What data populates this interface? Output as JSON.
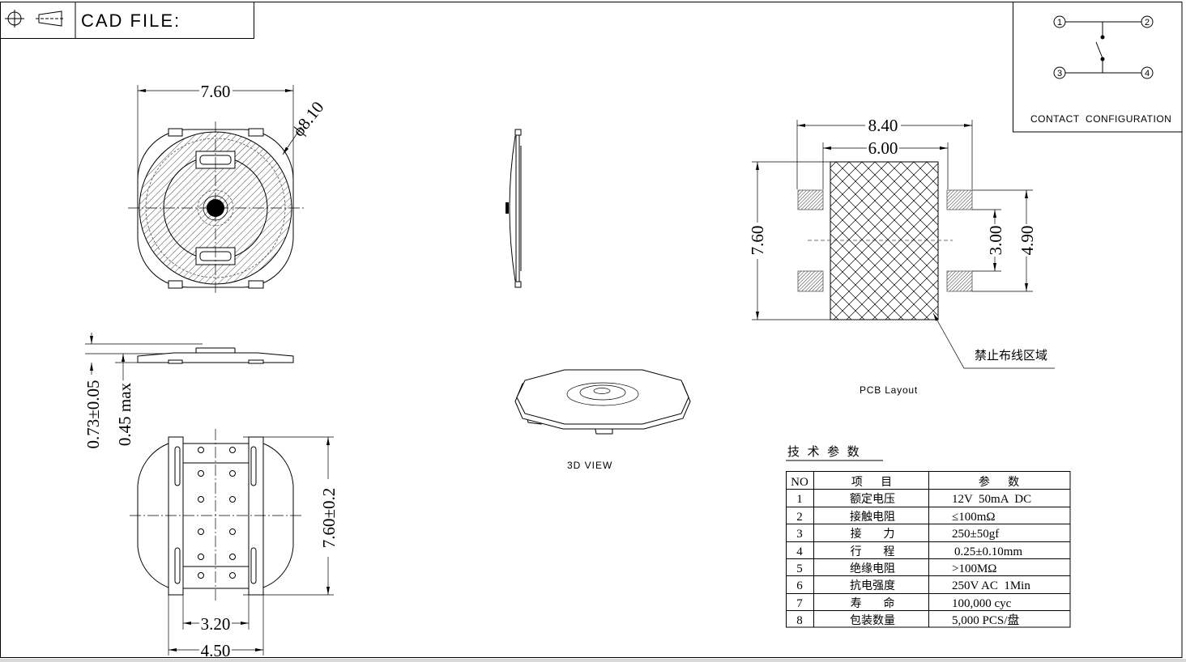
{
  "colors": {
    "ink": "#000000",
    "background": "#ffffff"
  },
  "title_block": {
    "cad_file_label": "CAD FILE:"
  },
  "top_view": {
    "width_dim": "7.60",
    "diameter_dim": "ϕ8.10"
  },
  "side_view": {
    "thickness_dim": "0.73±0.05",
    "max_dim": "0.45 max"
  },
  "bottom_view": {
    "length_dim": "7.60±0.2",
    "inner_width_dim": "3.20",
    "outer_width_dim": "4.50"
  },
  "view_3d": {
    "label": "3D VIEW"
  },
  "pcb_layout": {
    "label": "PCB Layout",
    "overall_width": "8.40",
    "inner_width": "6.00",
    "height": "7.60",
    "pad_pitch": "3.00",
    "pad_span": "4.90",
    "keepout_note": "禁止布线区域"
  },
  "contact_config": {
    "label": "CONTACT  CONFIGURATION",
    "pins": [
      "1",
      "2",
      "3",
      "4"
    ]
  },
  "specs": {
    "title": "技  术  参  数",
    "headers": [
      "NO",
      "项     目",
      "参     数"
    ],
    "rows": [
      {
        "no": "1",
        "item": "额定电压",
        "value": "12V  50mA  DC"
      },
      {
        "no": "2",
        "item": "接触电阻",
        "value": "≤100mΩ"
      },
      {
        "no": "3",
        "item": "接      力",
        "value": "250±50gf"
      },
      {
        "no": "4",
        "item": "行      程",
        "value": "0.25±0.10mm"
      },
      {
        "no": "5",
        "item": "绝缘电阻",
        "value": ">100MΩ"
      },
      {
        "no": "6",
        "item": "抗电强度",
        "value": "250V AC  1Min"
      },
      {
        "no": "7",
        "item": "寿      命",
        "value": "100,000 cyc"
      },
      {
        "no": "8",
        "item": "包装数量",
        "value": "5,000 PCS/盘"
      }
    ]
  }
}
